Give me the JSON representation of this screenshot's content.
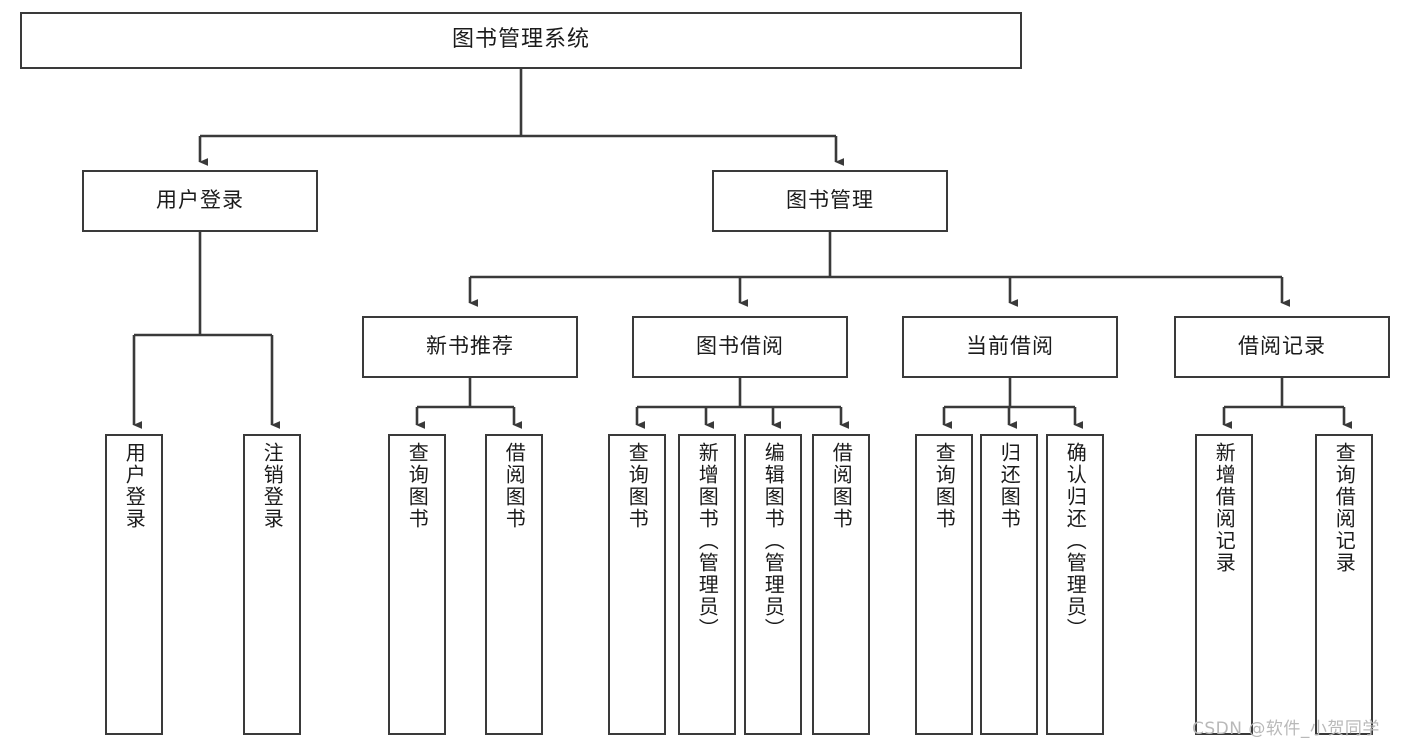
{
  "diagram": {
    "title": "图书管理系统",
    "type": "tree",
    "watermark": "CSDN @软件_小贺同学",
    "colors": {
      "stroke": "#3a3a3a",
      "fill": "#ffffff",
      "text": "#1b1b1b",
      "watermark": "#b9b9b9"
    },
    "nodes": {
      "root": {
        "label": "图书管理系统",
        "orientation": "horizontal"
      },
      "level2": [
        {
          "id": "user-login",
          "label": "用户登录",
          "orientation": "horizontal"
        },
        {
          "id": "book-management",
          "label": "图书管理",
          "orientation": "horizontal"
        }
      ],
      "level3": [
        {
          "id": "new-book-recommend",
          "label": "新书推荐",
          "orientation": "horizontal"
        },
        {
          "id": "book-borrow",
          "label": "图书借阅",
          "orientation": "horizontal"
        },
        {
          "id": "current-borrow",
          "label": "当前借阅",
          "orientation": "horizontal"
        },
        {
          "id": "borrow-record",
          "label": "借阅记录",
          "orientation": "horizontal"
        }
      ],
      "leaves": [
        {
          "id": "leaf-user-login",
          "label": "用户登录",
          "parent": "user-login",
          "orientation": "vertical"
        },
        {
          "id": "leaf-user-logout",
          "label": "注销登录",
          "parent": "user-login",
          "orientation": "vertical"
        },
        {
          "id": "leaf-query-book-1",
          "label": "查询图书",
          "parent": "new-book-recommend",
          "orientation": "vertical"
        },
        {
          "id": "leaf-borrow-book-1",
          "label": "借阅图书",
          "parent": "new-book-recommend",
          "orientation": "vertical"
        },
        {
          "id": "leaf-query-book-2",
          "label": "查询图书",
          "parent": "book-borrow",
          "orientation": "vertical"
        },
        {
          "id": "leaf-add-book",
          "label": "新增图书（管理员）",
          "parent": "book-borrow",
          "orientation": "vertical"
        },
        {
          "id": "leaf-edit-book",
          "label": "编辑图书（管理员）",
          "parent": "book-borrow",
          "orientation": "vertical"
        },
        {
          "id": "leaf-borrow-book-2",
          "label": "借阅图书",
          "parent": "book-borrow",
          "orientation": "vertical"
        },
        {
          "id": "leaf-query-book-3",
          "label": "查询图书",
          "parent": "current-borrow",
          "orientation": "vertical"
        },
        {
          "id": "leaf-return-book",
          "label": "归还图书",
          "parent": "current-borrow",
          "orientation": "vertical"
        },
        {
          "id": "leaf-confirm-return",
          "label": "确认归还（管理员）",
          "parent": "current-borrow",
          "orientation": "vertical"
        },
        {
          "id": "leaf-add-record",
          "label": "新增借阅记录",
          "parent": "borrow-record",
          "orientation": "vertical"
        },
        {
          "id": "leaf-query-record",
          "label": "查询借阅记录",
          "parent": "borrow-record",
          "orientation": "vertical"
        }
      ]
    }
  }
}
